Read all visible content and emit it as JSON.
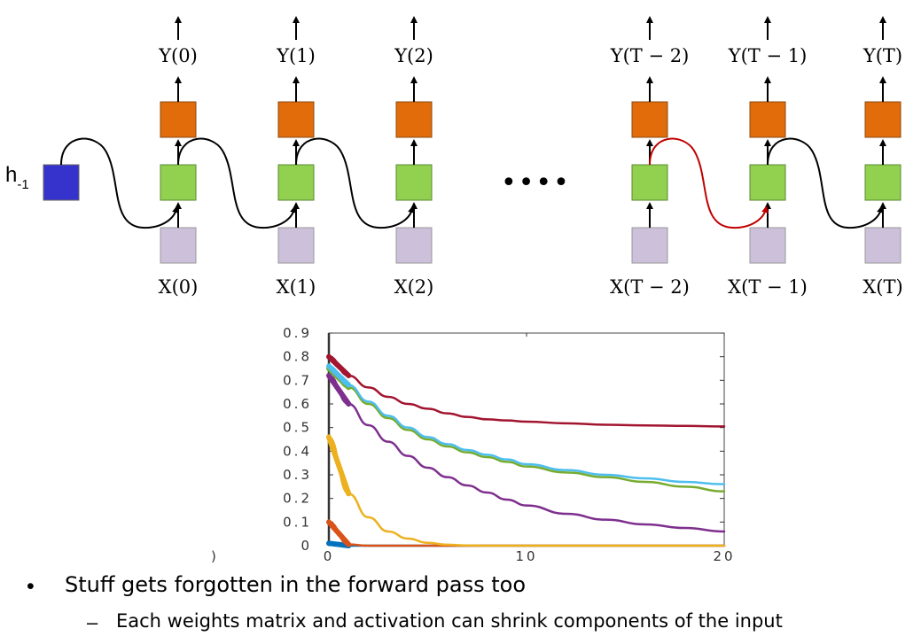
{
  "diagram": {
    "initial_state_label": "h",
    "initial_state_sub": "-1",
    "ellipsis": "••••",
    "columns": [
      {
        "y_label": "Y(0)",
        "x_label": "X(0)"
      },
      {
        "y_label": "Y(1)",
        "x_label": "X(1)"
      },
      {
        "y_label": "Y(2)",
        "x_label": "X(2)"
      },
      {
        "y_label": "Y(T − 2)",
        "x_label": "X(T − 2)"
      },
      {
        "y_label": "Y(T − 1)",
        "x_label": "X(T − 1)"
      },
      {
        "y_label": "Y(T)",
        "x_label": "X(T)"
      }
    ],
    "colors": {
      "initial": "#3633cc",
      "hidden": "#92d050",
      "output": "#e36c0a",
      "input": "#ccc0da",
      "highlight": "#c00000"
    }
  },
  "chart_data": {
    "type": "line",
    "title": "",
    "xlabel": "",
    "ylabel": "",
    "xlim": [
      0,
      20
    ],
    "ylim": [
      0,
      0.9
    ],
    "x_ticks": [
      "0",
      "10",
      "20"
    ],
    "y_ticks": [
      "0",
      "0.1",
      "0.2",
      "0.3",
      "0.4",
      "0.5",
      "0.6",
      "0.7",
      "0.8",
      "0.9"
    ],
    "stray_label": ")",
    "x": [
      0,
      1,
      2,
      3,
      4,
      5,
      6,
      7,
      8,
      9,
      10,
      12,
      14,
      16,
      18,
      20
    ],
    "series": [
      {
        "name": "dark-red",
        "color": "#a2142f",
        "values": [
          0.8,
          0.72,
          0.67,
          0.63,
          0.6,
          0.58,
          0.56,
          0.545,
          0.535,
          0.53,
          0.525,
          0.518,
          0.512,
          0.509,
          0.507,
          0.505
        ]
      },
      {
        "name": "cyan",
        "color": "#4dbeee",
        "values": [
          0.76,
          0.68,
          0.61,
          0.55,
          0.5,
          0.46,
          0.43,
          0.405,
          0.385,
          0.365,
          0.345,
          0.32,
          0.3,
          0.285,
          0.27,
          0.26
        ]
      },
      {
        "name": "green",
        "color": "#77ac30",
        "values": [
          0.75,
          0.67,
          0.6,
          0.54,
          0.49,
          0.45,
          0.42,
          0.395,
          0.375,
          0.355,
          0.335,
          0.31,
          0.29,
          0.27,
          0.25,
          0.23
        ]
      },
      {
        "name": "purple",
        "color": "#7e2f8e",
        "values": [
          0.72,
          0.6,
          0.51,
          0.44,
          0.38,
          0.33,
          0.29,
          0.255,
          0.225,
          0.195,
          0.17,
          0.135,
          0.11,
          0.09,
          0.075,
          0.06
        ]
      },
      {
        "name": "yellow",
        "color": "#edb120",
        "values": [
          0.46,
          0.22,
          0.12,
          0.06,
          0.03,
          0.012,
          0.004,
          0.001,
          0,
          0,
          0,
          0,
          0,
          0,
          0,
          0
        ]
      },
      {
        "name": "orange",
        "color": "#d95319",
        "values": [
          0.1,
          0.005,
          0,
          0,
          0,
          0,
          0,
          0,
          0,
          0,
          0,
          0,
          0,
          0,
          0,
          0
        ]
      },
      {
        "name": "blue",
        "color": "#0072bd",
        "values": [
          0.01,
          0,
          0,
          0,
          0,
          0,
          0,
          0,
          0,
          0,
          0,
          0,
          0,
          0,
          0,
          0
        ]
      }
    ]
  },
  "bullets": {
    "main": "Stuff gets forgotten in the forward pass too",
    "sub": "Each weights matrix and activation can shrink components of the input",
    "bullet_glyph": "•",
    "dash_glyph": "–"
  }
}
